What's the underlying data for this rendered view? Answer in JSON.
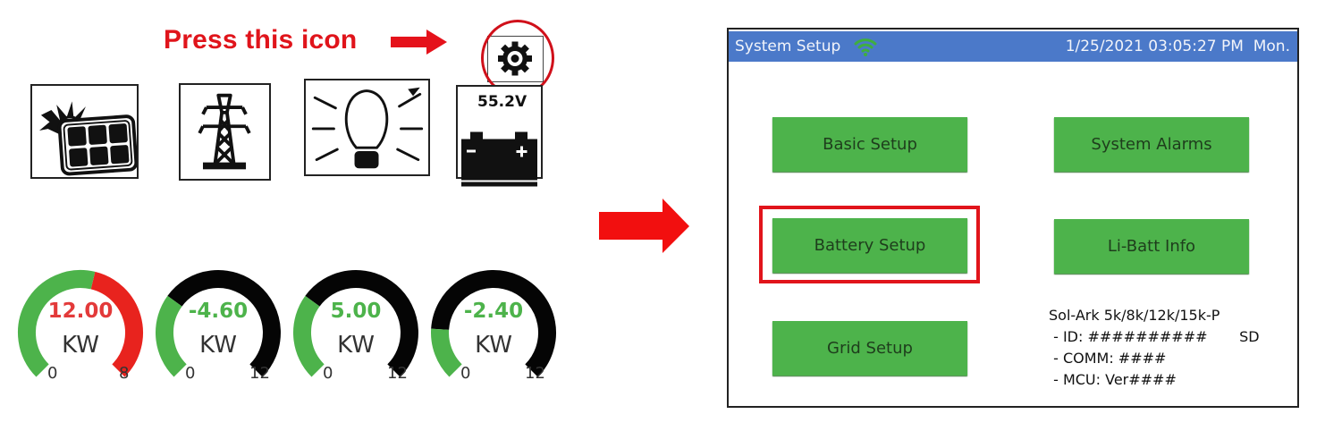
{
  "instruction": {
    "label": "Press this icon",
    "color": "#e0141b"
  },
  "home_screen": {
    "icons": [
      {
        "name": "solar-panel-icon"
      },
      {
        "name": "grid-tower-icon"
      },
      {
        "name": "load-bulb-icon"
      },
      {
        "name": "battery-icon",
        "voltage": "55.2V"
      }
    ],
    "settings_icon": "gear-icon",
    "gauges": [
      {
        "name": "pv-power",
        "value": "12.00",
        "unit": "KW",
        "min": "0",
        "max": "8",
        "value_color": "#e33a3a",
        "fill_fraction": 0.55,
        "fill_color": "#4db34b",
        "remainder_color": "#e8231e"
      },
      {
        "name": "grid-power",
        "value": "-4.60",
        "unit": "KW",
        "min": "0",
        "max": "12",
        "value_color": "#4db34b",
        "fill_fraction": 0.3,
        "fill_color": "#4db34b",
        "remainder_color": "#050505"
      },
      {
        "name": "load-power",
        "value": "5.00",
        "unit": "KW",
        "min": "0",
        "max": "12",
        "value_color": "#4db34b",
        "fill_fraction": 0.3,
        "fill_color": "#4db34b",
        "remainder_color": "#050505"
      },
      {
        "name": "battery-power",
        "value": "-2.40",
        "unit": "KW",
        "min": "0",
        "max": "12",
        "value_color": "#4db34b",
        "fill_fraction": 0.18,
        "fill_color": "#4db34b",
        "remainder_color": "#050505"
      }
    ]
  },
  "setup_screen": {
    "header": {
      "title": "System Setup",
      "wifi_icon": "wifi-icon",
      "datetime": "1/25/2021 03:05:27 PM  Mon.",
      "bg_color": "#4b79c9"
    },
    "buttons": {
      "basic_setup": "Basic Setup",
      "system_alarms": "System Alarms",
      "battery_setup": "Battery Setup",
      "li_batt_info": "Li-Batt Info",
      "grid_setup": "Grid Setup"
    },
    "highlighted_button": "battery_setup",
    "info": {
      "model": "Sol-Ark 5k/8k/12k/15k-P",
      "id": " - ID: ##########       SD",
      "comm": " - COMM: ####",
      "mcu": " - MCU: Ver####"
    }
  },
  "colors": {
    "button_green": "#4db34b",
    "highlight_red": "#e1141b",
    "arrow_red": "#f20f0f"
  }
}
